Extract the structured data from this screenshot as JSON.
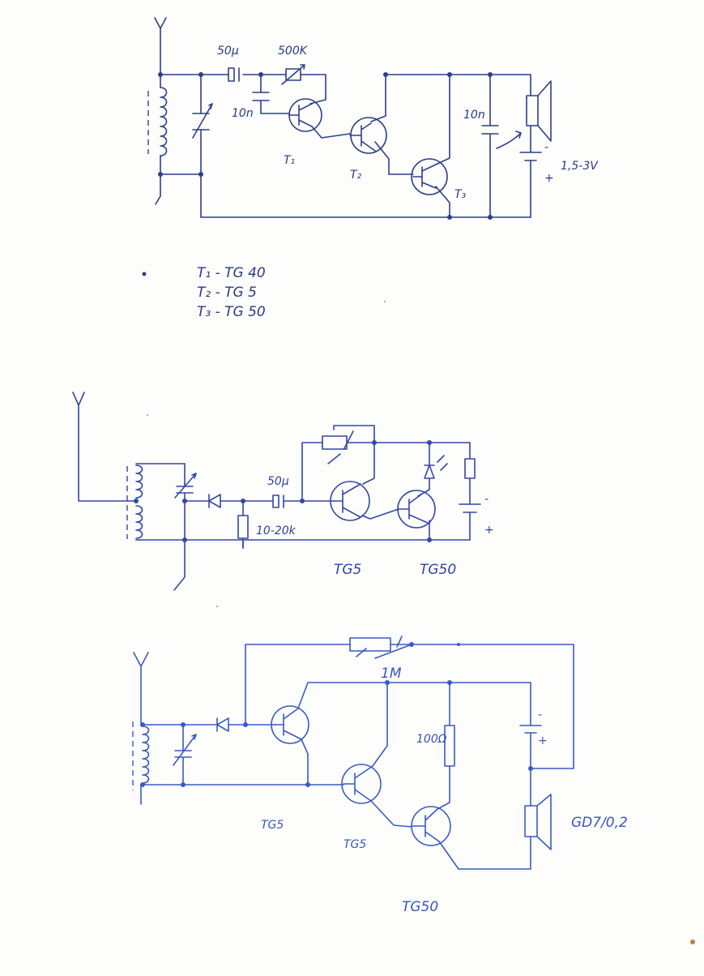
{
  "circuit1": {
    "labels": {
      "cap_50u": "50µ",
      "res_500k": "500K",
      "cap_10n_a": "10n",
      "cap_10n_b": "10n",
      "battery": "1,5-3V",
      "minus": "-",
      "plus": "+",
      "t1": "T₁",
      "t2": "T₂",
      "t3": "T₃"
    },
    "parts_list": [
      "T₁ - TG 40",
      "T₂ - TG 5",
      "T₃ - TG 50"
    ]
  },
  "circuit2": {
    "labels": {
      "cap_50u": "50µ",
      "res": "10-20k",
      "minus": "-",
      "plus": "+",
      "q1": "TG5",
      "q2": "TG50"
    }
  },
  "circuit3": {
    "labels": {
      "res_1m": "1M",
      "res_100": "100Ω",
      "minus": "-",
      "plus": "+",
      "speaker": "GD7/0,2",
      "q1": "TG5",
      "q2": "TG5",
      "q3": "TG50"
    }
  },
  "colors": {
    "paper": "#fdfdfb",
    "ink_dark": "#2d3f8c",
    "ink_mid": "#3347a6",
    "ink_light": "#3a5bc4"
  }
}
